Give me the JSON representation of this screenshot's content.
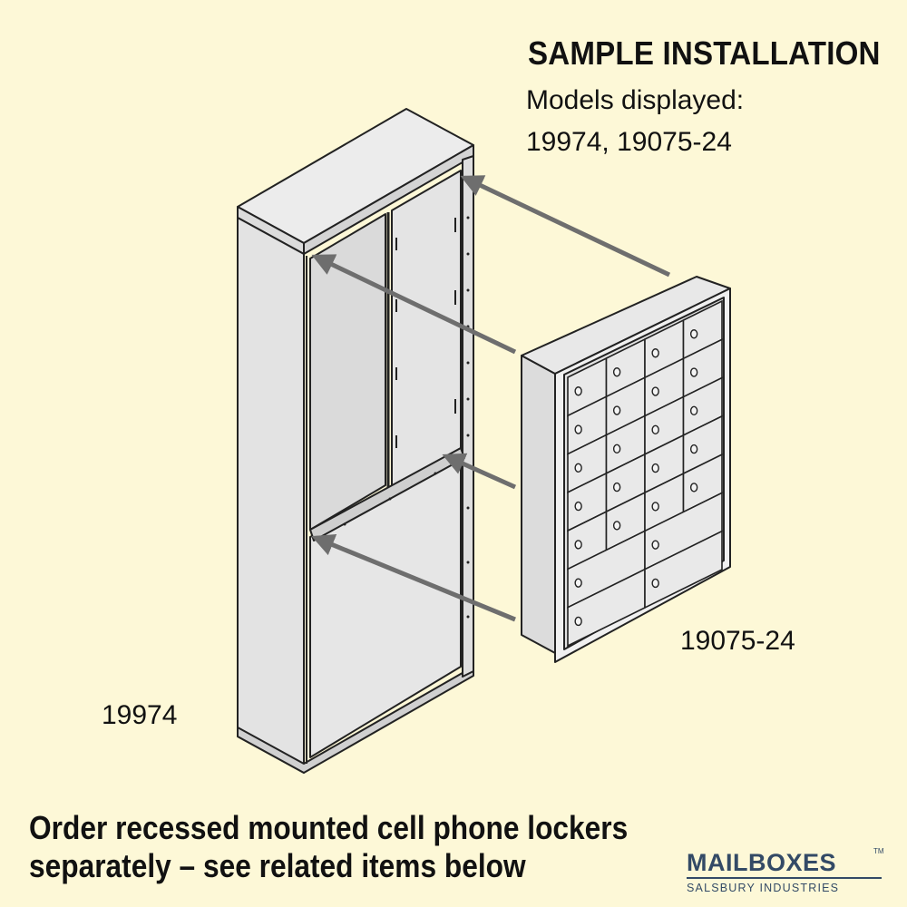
{
  "heading": {
    "title": "SAMPLE INSTALLATION",
    "models_label": "Models displayed:",
    "models": "19974, 19075-24"
  },
  "labels": {
    "cabinet": "19974",
    "locker": "19075-24"
  },
  "footer": {
    "line1": "Order recessed mounted cell phone lockers",
    "line2": "separately – see related items below"
  },
  "logo": {
    "name": "MAILBOXES",
    "tm": "TM",
    "tagline": "SALSBURY INDUSTRIES"
  },
  "colors": {
    "background": "#fdf8d7",
    "outline": "#222222",
    "panel": "#e6e6e6",
    "panel_shade": "#d2d2d2",
    "arrow": "#6e6e6e",
    "brand": "#334a66"
  }
}
